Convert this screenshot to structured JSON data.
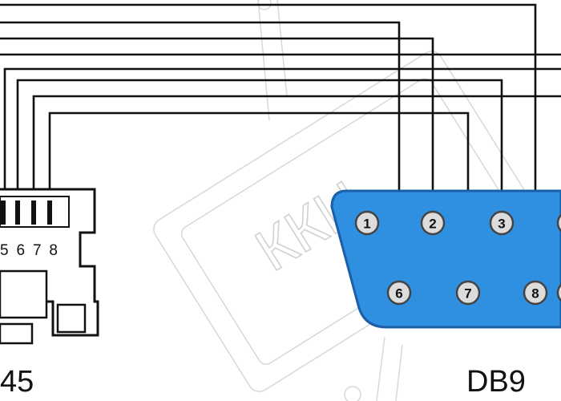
{
  "rj45": {
    "label": "45",
    "pin_numbers": "5678"
  },
  "db9": {
    "label": "DB9",
    "pins": [
      "1",
      "2",
      "3",
      "6",
      "7",
      "8"
    ]
  },
  "watermark": {
    "text": "ККЦ"
  },
  "colors": {
    "db9_body": "#2f8fe0",
    "db9_outline": "#1a5fa8",
    "wire": "#111111",
    "watermark": "#cccccc"
  }
}
